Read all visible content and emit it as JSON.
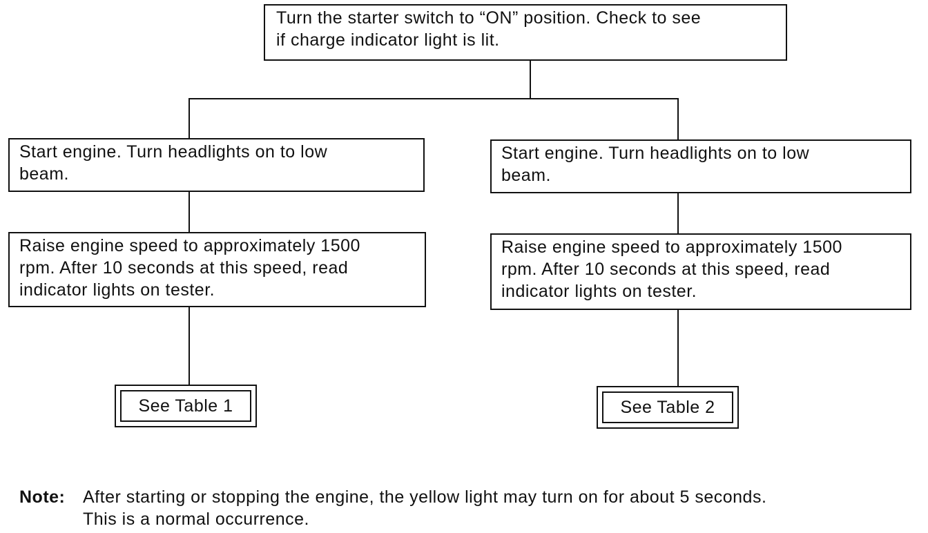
{
  "diagram": {
    "top_step": "Turn the starter switch to “ON” position. Check to see\nif charge indicator light is lit.",
    "left_branch": {
      "step1": "Start engine. Turn headlights on to low\nbeam.",
      "step2": "Raise engine speed to approximately 1500\nrpm. After 10 seconds at this speed, read\nindicator lights on tester.",
      "reference": "See Table 1"
    },
    "right_branch": {
      "step1": "Start engine. Turn headlights on to low\nbeam.",
      "step2": "Raise engine speed to approximately 1500\nrpm. After 10 seconds at this speed, read\nindicator lights on tester.",
      "reference": "See Table 2"
    }
  },
  "note": {
    "label": "Note:",
    "text": "After starting or stopping the engine, the yellow light may turn on for about 5 seconds.\nThis is a normal occurrence."
  }
}
